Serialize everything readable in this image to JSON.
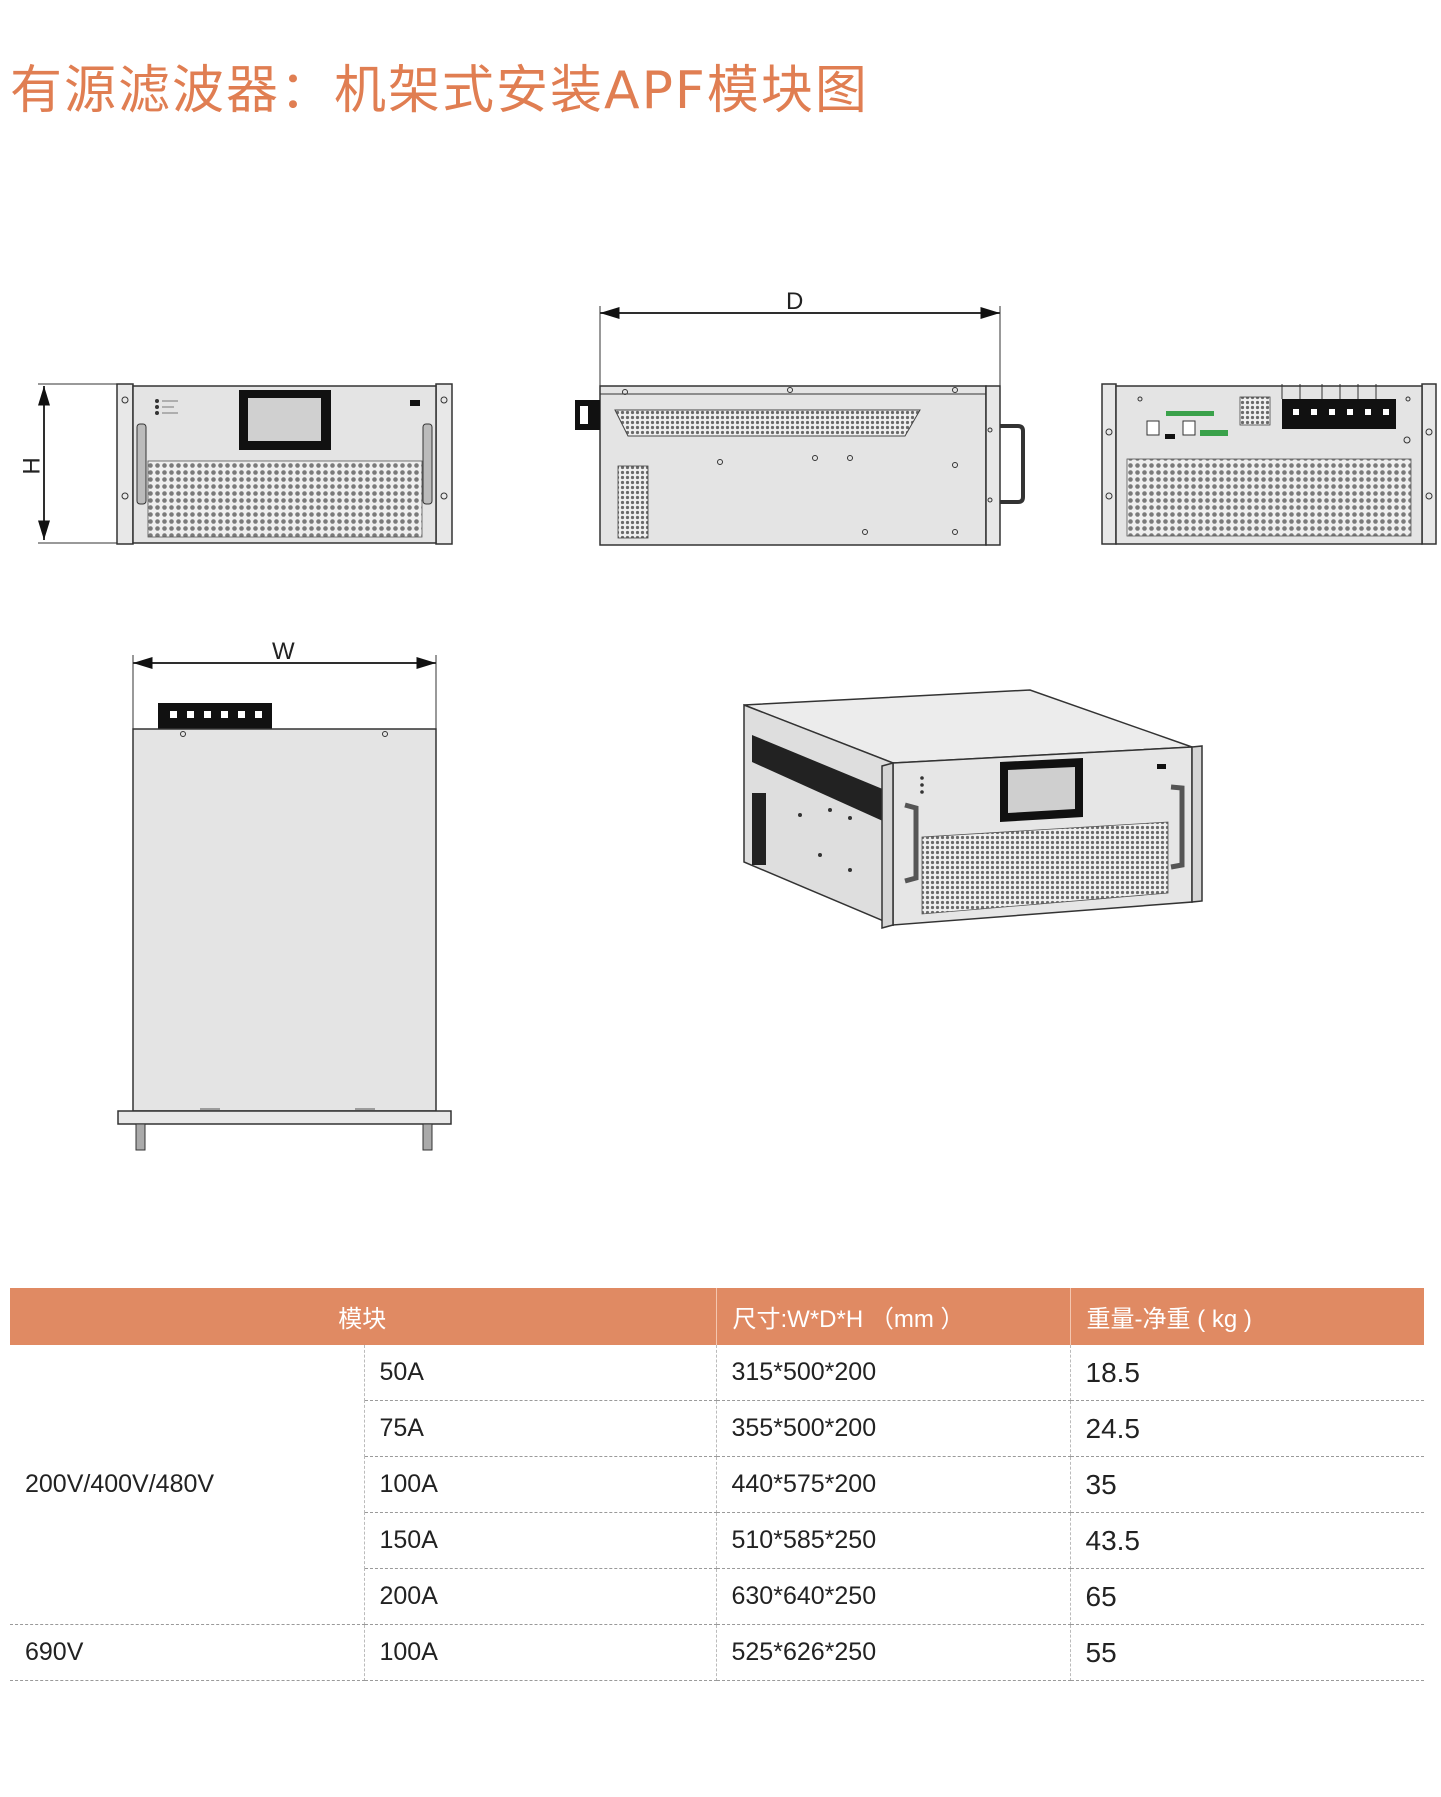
{
  "title": "有源滤波器：机架式安装APF模块图",
  "labels": {
    "depth": "D",
    "height": "H",
    "width": "W"
  },
  "table": {
    "headers": [
      "模块",
      "尺寸:W*D*H （mm ）",
      "重量-净重 ( kg )"
    ],
    "groups": [
      {
        "voltage": "200V/400V/480V",
        "rows": [
          {
            "module": "50A",
            "dims": "315*500*200",
            "weight": "18.5"
          },
          {
            "module": "75A",
            "dims": "355*500*200",
            "weight": "24.5"
          },
          {
            "module": "100A",
            "dims": "440*575*200",
            "weight": "35"
          },
          {
            "module": "150A",
            "dims": "510*585*250",
            "weight": "43.5"
          },
          {
            "module": "200A",
            "dims": "630*640*250",
            "weight": "65"
          }
        ]
      },
      {
        "voltage": "690V",
        "rows": [
          {
            "module": "100A",
            "dims": "525*626*250",
            "weight": "55"
          }
        ]
      }
    ]
  },
  "colors": {
    "accent": "#e07e52",
    "header_bg": "#e08a63",
    "panel": "#e4e4e4",
    "outline": "#333333"
  }
}
